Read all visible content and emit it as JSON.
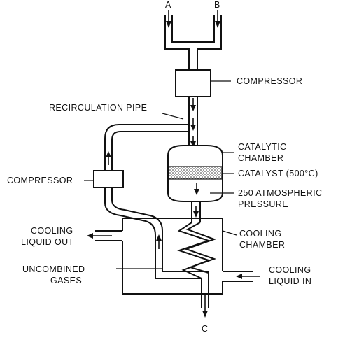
{
  "inputs": {
    "a": "A",
    "b": "B"
  },
  "output": {
    "c": "C"
  },
  "labels": {
    "compressor_top": "COMPRESSOR",
    "recirculation_pipe": "RECIRCULATION PIPE",
    "catalytic_chamber_line1": "CATALYTIC",
    "catalytic_chamber_line2": "CHAMBER",
    "catalyst": "CATALYST (500°C)",
    "pressure_line1": "250 ATMOSPHERIC",
    "pressure_line2": "PRESSURE",
    "compressor_left": "COMPRESSOR",
    "cooling_out_line1": "COOLING",
    "cooling_out_line2": "LIQUID OUT",
    "cooling_chamber_line1": "COOLING",
    "cooling_chamber_line2": "CHAMBER",
    "uncombined_line1": "UNCOMBINED",
    "uncombined_line2": "GASES",
    "cooling_in_line1": "COOLING",
    "cooling_in_line2": "LIQUID IN"
  }
}
